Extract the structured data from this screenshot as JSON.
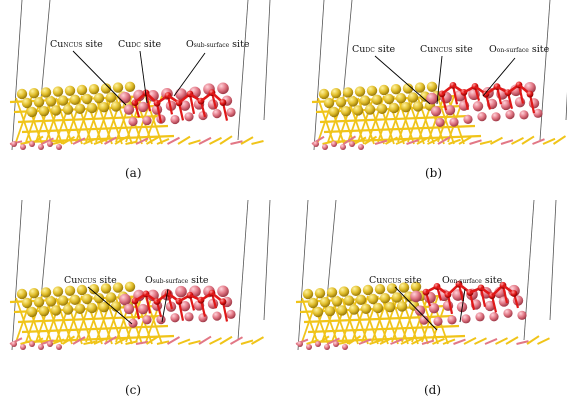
{
  "panels": [
    {
      "id": "a",
      "caption": "(a)",
      "annotations": [
        {
          "main": "Cu",
          "sub": "NCUS",
          "suffix": " site"
        },
        {
          "main": "Cu",
          "sub": "DC",
          "suffix": " site"
        },
        {
          "main": "O",
          "sub": "sub-surface",
          "suffix": " site"
        }
      ]
    },
    {
      "id": "b",
      "caption": "(b)",
      "annotations": [
        {
          "main": "Cu",
          "sub": "DC",
          "suffix": " site"
        },
        {
          "main": "Cu",
          "sub": "NCUS",
          "suffix": " site"
        },
        {
          "main": "O",
          "sub": "on-surface",
          "suffix": " site"
        }
      ]
    },
    {
      "id": "c",
      "caption": "(c)",
      "annotations": [
        {
          "main": "Cu",
          "sub": "NCUS",
          "suffix": " site"
        },
        {
          "main": "O",
          "sub": "sub-surface",
          "suffix": " site"
        }
      ]
    },
    {
      "id": "d",
      "caption": "(d)",
      "annotations": [
        {
          "main": "Cu",
          "sub": "NCUS",
          "suffix": " site"
        },
        {
          "main": "O",
          "sub": "on-surface",
          "suffix": " site"
        }
      ]
    }
  ],
  "colors": {
    "gold_atom": "#e2bf2c",
    "gold_bond": "#f0c419",
    "cu_atom": "#e27785",
    "o_atom": "#e01818",
    "cell_line": "#555555",
    "leader_line": "#000000"
  }
}
